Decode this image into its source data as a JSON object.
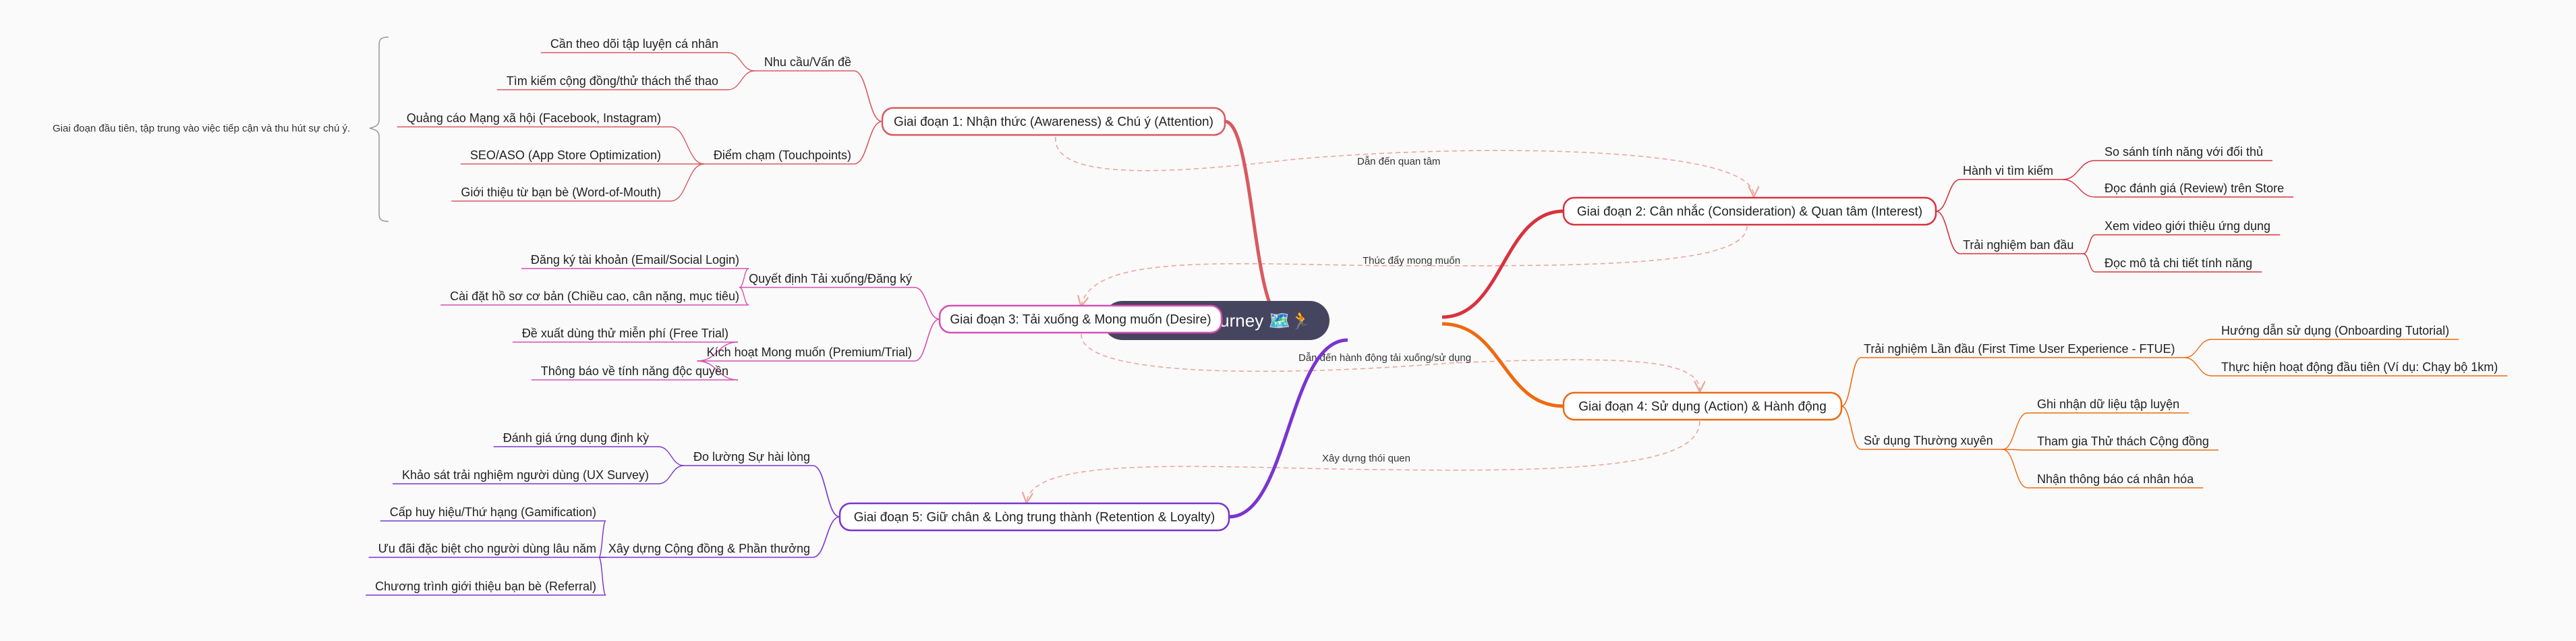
{
  "colors": {
    "stage1": "#d9595f",
    "stage2": "#d9323e",
    "stage3": "#d64fb3",
    "stage4": "#ee6a10",
    "stage5": "#7a34d0",
    "center_bg": "#45455f",
    "dashed": "#eea59b",
    "bracket": "#9a9a9a"
  },
  "center": {
    "label": "Customer Journey 🗺️🏃"
  },
  "stage1": {
    "label": "Giai đoạn 1: Nhận thức (Awareness) & Chú ý (Attention)",
    "note": "Giai đoạn đầu tiên, tập trung vào việc tiếp cận và thu hút sự chú ý.",
    "groups": [
      {
        "label": "Nhu cầu/Vấn đề",
        "items": [
          "Cần theo dõi tập luyện cá nhân",
          "Tìm kiếm cộng đồng/thử thách thể thao"
        ]
      },
      {
        "label": "Điểm chạm (Touchpoints)",
        "items": [
          "Quảng cáo Mạng xã hội (Facebook, Instagram)",
          "SEO/ASO (App Store Optimization)",
          "Giới thiệu từ bạn bè (Word-of-Mouth)"
        ]
      }
    ]
  },
  "stage2": {
    "label": "Giai đoạn 2: Cân nhắc (Consideration) & Quan tâm (Interest)",
    "groups": [
      {
        "label": "Hành vi tìm kiếm",
        "items": [
          "So sánh tính năng với đối thủ",
          "Đọc đánh giá (Review) trên Store"
        ]
      },
      {
        "label": "Trải nghiệm ban đầu",
        "items": [
          "Xem video giới thiệu ứng dụng",
          "Đọc mô tả chi tiết tính năng"
        ]
      }
    ]
  },
  "stage3": {
    "label": "Giai đoạn 3: Tải xuống & Mong muốn (Desire)",
    "groups": [
      {
        "label": "Quyết định Tải xuống/Đăng ký",
        "items": [
          "Đăng ký tài khoản (Email/Social Login)",
          "Cài đặt hồ sơ cơ bản (Chiều cao, cân nặng, mục tiêu)"
        ]
      },
      {
        "label": "Kích hoạt Mong muốn (Premium/Trial)",
        "items": [
          "Đề xuất dùng thử miễn phí (Free Trial)",
          "Thông báo về tính năng độc quyền"
        ]
      }
    ]
  },
  "stage4": {
    "label": "Giai đoạn 4: Sử dụng (Action) & Hành động",
    "groups": [
      {
        "label": "Trải nghiệm Lần đầu (First Time User Experience - FTUE)",
        "items": [
          "Hướng dẫn sử dụng (Onboarding Tutorial)",
          "Thực hiện hoạt động đầu tiên (Ví dụ: Chạy bộ 1km)"
        ]
      },
      {
        "label": "Sử dụng Thường xuyên",
        "items": [
          "Ghi nhận dữ liệu tập luyện",
          "Tham gia Thử thách Cộng đồng",
          "Nhận thông báo cá nhân hóa"
        ]
      }
    ]
  },
  "stage5": {
    "label": "Giai đoạn 5: Giữ chân & Lòng trung thành (Retention & Loyalty)",
    "groups": [
      {
        "label": "Đo lường Sự hài lòng",
        "items": [
          "Đánh giá ứng dụng định kỳ",
          "Khảo sát trải nghiệm người dùng (UX Survey)"
        ]
      },
      {
        "label": "Xây dựng Cộng đồng & Phần thưởng",
        "items": [
          "Cấp huy hiệu/Thứ hạng (Gamification)",
          "Ưu đãi đặc biệt cho người dùng lâu năm",
          "Chương trình giới thiệu bạn bè (Referral)"
        ]
      }
    ]
  },
  "relations": [
    {
      "label": "Dẫn đến quan tâm"
    },
    {
      "label": "Thúc đẩy mong muốn"
    },
    {
      "label": "Dẫn đến hành động tải xuống/sử dụng"
    },
    {
      "label": "Xây dựng thói quen"
    }
  ]
}
